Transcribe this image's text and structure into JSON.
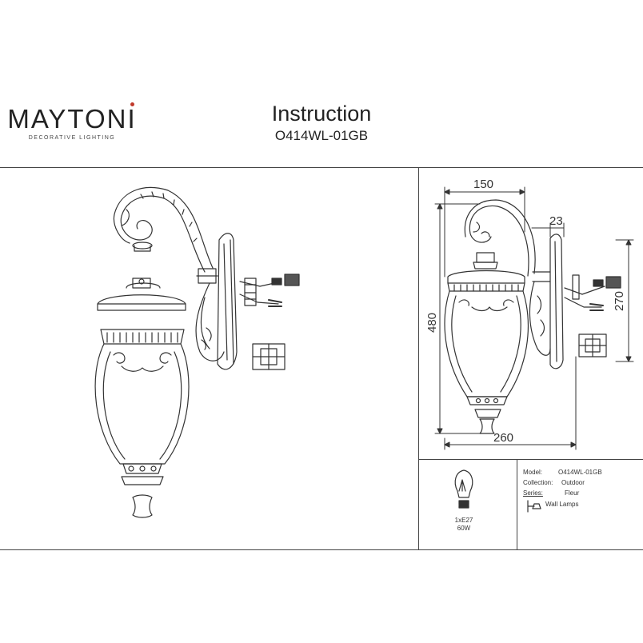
{
  "brand": {
    "name": "MAYTONI",
    "tagline": "DECORATIVE LIGHTING",
    "accent_color": "#c0392b"
  },
  "header": {
    "title": "Instruction",
    "model_code": "O414WL-01GB"
  },
  "dimensions": {
    "width_top": "150",
    "wall_offset": "23",
    "height_total": "480",
    "height_mount": "270",
    "depth_total": "260"
  },
  "specs": {
    "bulb_icon": "lightbulb-icon",
    "bulb_label": "1xE27 60W",
    "model_label": "Model:",
    "model_value": "O414WL-01GB",
    "collection_label": "Collection:",
    "collection_value": "Outdoor",
    "series_label": "Series:",
    "series_value": "Fleur",
    "type_icon": "wall-lamp-icon",
    "type_value": "Wall Lamps"
  }
}
